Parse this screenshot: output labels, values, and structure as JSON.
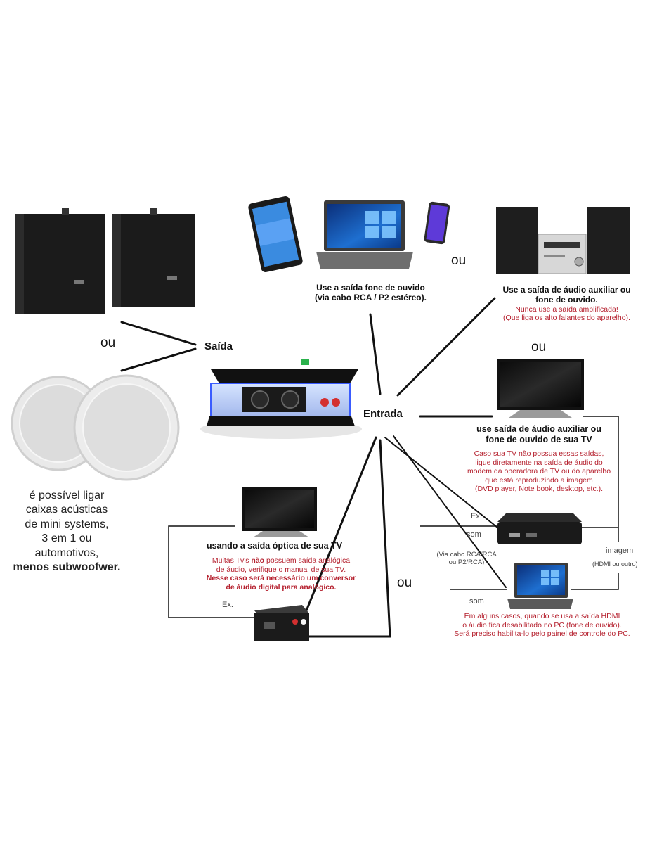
{
  "labels": {
    "ou": "ou",
    "saida": "Saída",
    "entrada": "Entrada",
    "ex": "Ex.",
    "som": "som",
    "imagem": "imagem",
    "hdmi_note": "(HDMI ou outro)",
    "via_cabo_l1": "(Via cabo RCA/RCA",
    "via_cabo_l2": "ou P2/RCA)"
  },
  "mobile": {
    "title_l1": "Use a saída fone de ouvido",
    "title_l2": "(via cabo RCA / P2 estéreo)."
  },
  "minisystem": {
    "title_l1": "Use a saída de áudio auxiliar ou",
    "title_l2": "fone de ouvido.",
    "warn_l1": "Nunca use a saída amplificada!",
    "warn_l2": "(Que liga os alto falantes do aparelho)."
  },
  "tv": {
    "title_l1": "use saída de áudio auxiliar ou",
    "title_l2": "fone de ouvido de sua TV",
    "note_l1": "Caso sua TV não possua essas saídas,",
    "note_l2": "ligue diretamente na saída de áudio do",
    "note_l3": "modem da operadora de TV ou do aparelho",
    "note_l4": "que está reproduzindo a imagem",
    "note_l5": "(DVD player, Note book, desktop, etc.)."
  },
  "optical": {
    "title": "usando a saída óptica de sua TV",
    "note_l1a": "Muitas Tv's ",
    "note_l1b": "não",
    "note_l1c": " possuem saída analógica",
    "note_l2": "de áudio, verifique o manual de sua TV.",
    "note_l3": "Nesse caso será necessário um conversor",
    "note_l4": "de áudio digital para analógico."
  },
  "hdmi": {
    "note_l1": "Em alguns casos, quando se usa a saída HDMI",
    "note_l2": "o áudio fica desabilitado no PC (fone de ouvido).",
    "note_l3": "Será preciso habilita-lo pelo painel de controle do PC."
  },
  "speakers": {
    "l1": "é possível ligar",
    "l2": "caixas acústicas",
    "l3": "de mini systems,",
    "l4": "3 em 1 ou",
    "l5": "automotivos,",
    "l6": "menos subwoofwer."
  },
  "colors": {
    "note_red": "#b5202e",
    "line": "#111111",
    "screen_blue": "#1e6fd0",
    "amp_glow": "#3a5cff"
  }
}
